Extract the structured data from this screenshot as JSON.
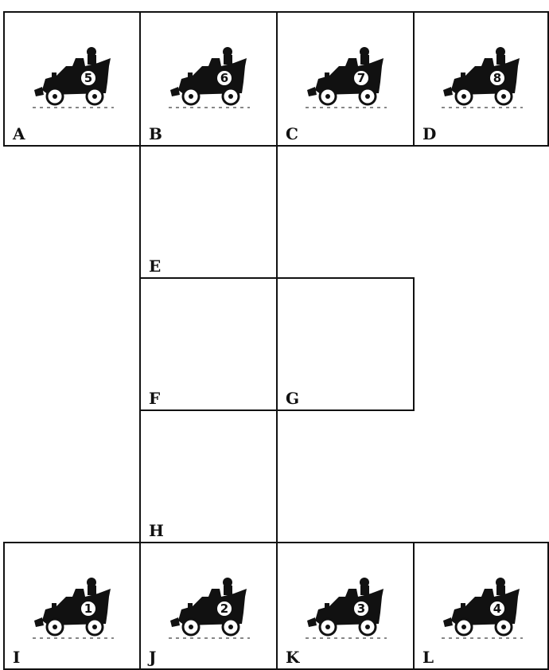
{
  "board": {
    "cells": [
      {
        "id": "A",
        "label": "A",
        "car": "5"
      },
      {
        "id": "B",
        "label": "B",
        "car": "6"
      },
      {
        "id": "C",
        "label": "C",
        "car": "7"
      },
      {
        "id": "D",
        "label": "D",
        "car": "8"
      },
      {
        "id": "E",
        "label": "E",
        "car": ""
      },
      {
        "id": "F",
        "label": "F",
        "car": ""
      },
      {
        "id": "G",
        "label": "G",
        "car": ""
      },
      {
        "id": "H",
        "label": "H",
        "car": ""
      },
      {
        "id": "I",
        "label": "I",
        "car": "1"
      },
      {
        "id": "J",
        "label": "J",
        "car": "2"
      },
      {
        "id": "K",
        "label": "K",
        "car": "3"
      },
      {
        "id": "L",
        "label": "L",
        "car": "4"
      }
    ]
  },
  "style": {
    "ink": "#111111",
    "paper": "#ffffff"
  }
}
